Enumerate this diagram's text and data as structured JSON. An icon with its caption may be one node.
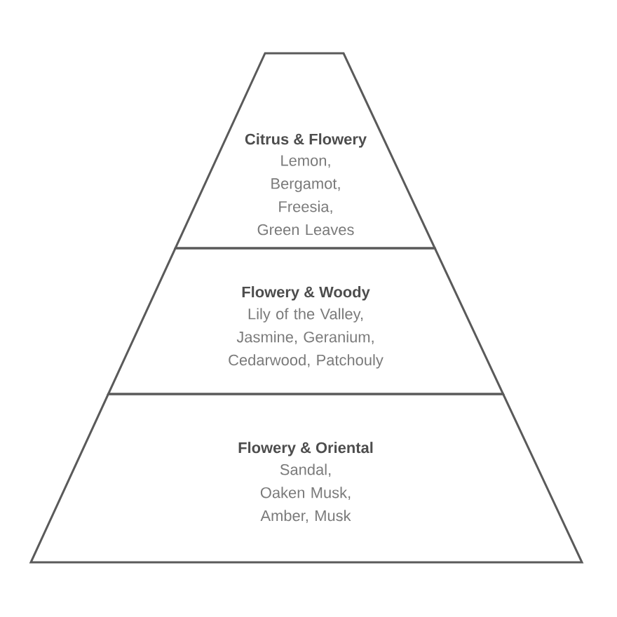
{
  "diagram": {
    "nodes": [
      {
        "text": [
          "Citrus & Flowery",
          "Lemon, Bergamot, Freesia, Green Leaves"
        ]
      },
      {
        "text": [
          "Flowery & Woody",
          "Lily of the Valley, Jasmine, Geranium, Cedarwood, Patchouly"
        ]
      },
      {
        "text": [
          "Flowery & Oriental",
          "Sandal, Oaken Musk, Amber, Musk"
        ]
      }
    ]
  }
}
